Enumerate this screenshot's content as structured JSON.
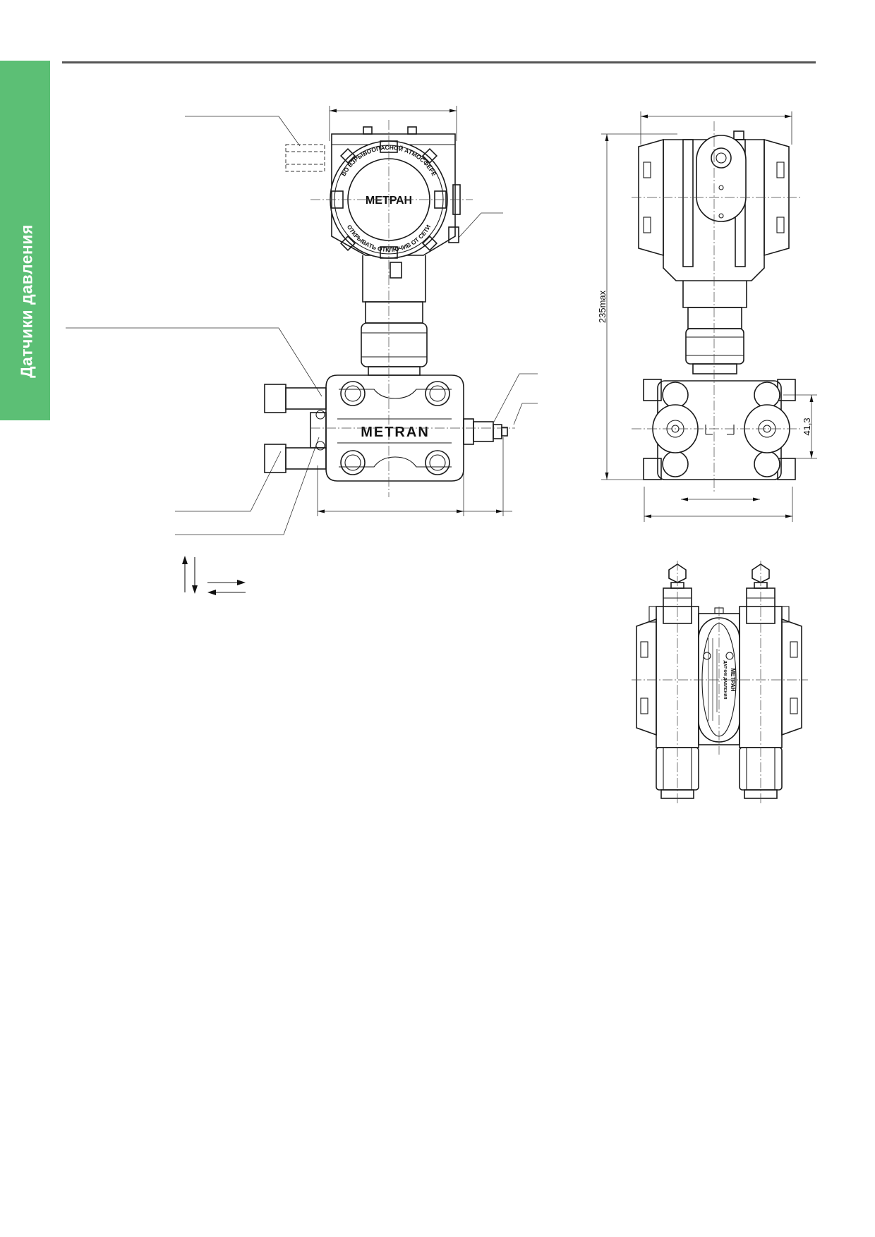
{
  "sidebar": {
    "section_title": "Датчики давления"
  },
  "drawing": {
    "dim_height": "235max",
    "dim_flange_spacing": "41,3",
    "cover_brand": "МЕТРАН",
    "cover_ring_text_top": "ВО ВЗРЫВООПАСНОЙ АТМОСФЕРЕ",
    "cover_ring_text_bottom": "ОТКРЫВАТЬ ОТКЛЮЧИВ ОТ СЕТИ",
    "flange_brand": "METRAN",
    "nameplate_brand": "МЕТРАН",
    "nameplate_subtitle": "ДАТЧИК ДАВЛЕНИЯ"
  },
  "colors": {
    "accent": "#5cbf75",
    "rule": "#555555",
    "line": "#1a1a1a"
  }
}
